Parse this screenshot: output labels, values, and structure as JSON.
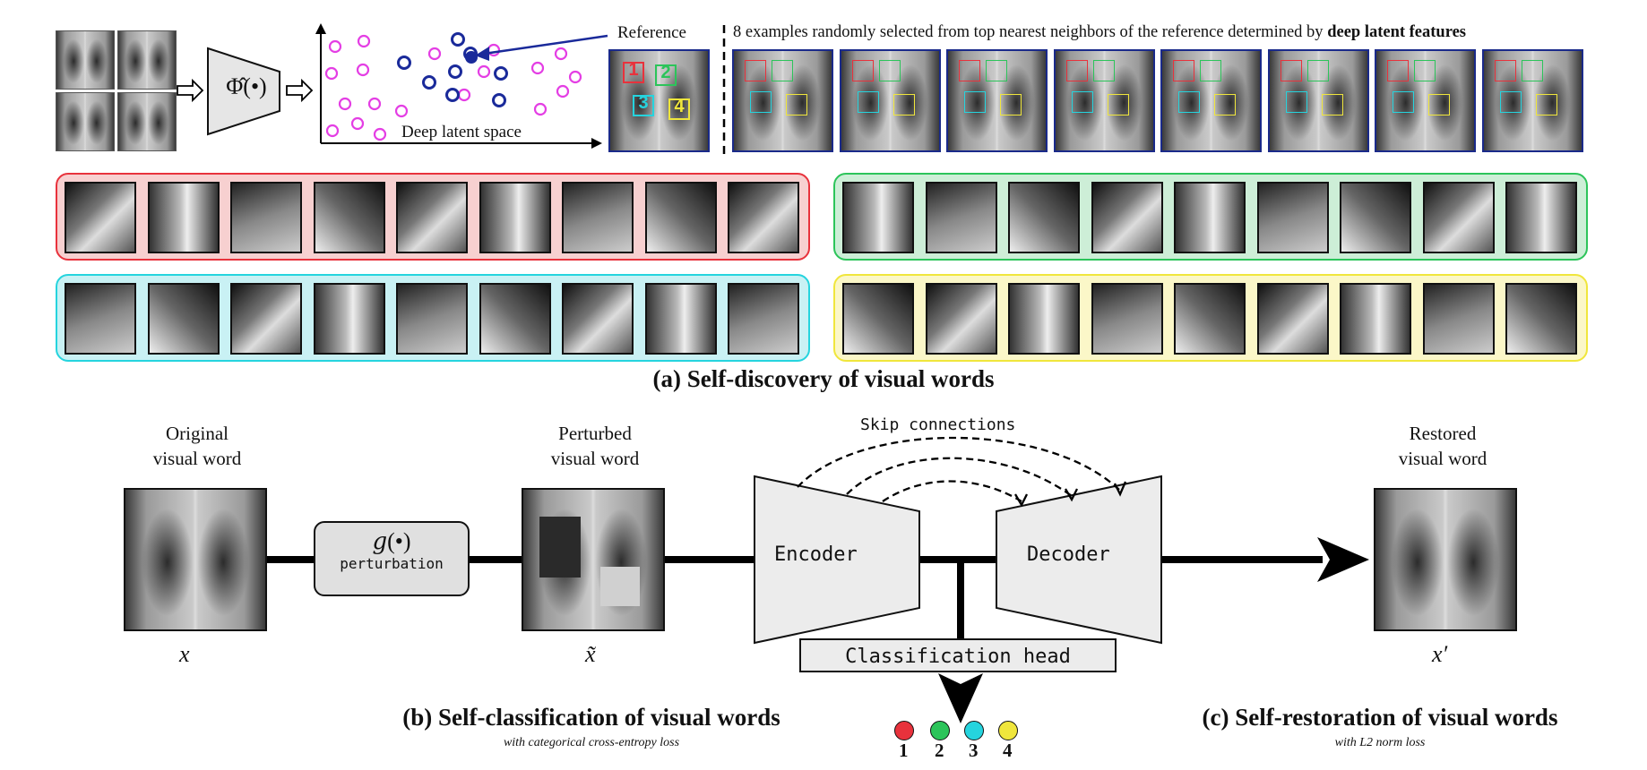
{
  "part_a": {
    "caption": "(a) Self-discovery of visual words",
    "phi_label": "Φ̂(•)",
    "latent_label": "Deep latent space",
    "reference_label": "Reference",
    "reference_numbers": [
      "1",
      "2",
      "3",
      "4"
    ],
    "neighbors_caption_prefix": "8 examples randomly selected from top nearest neighbors of the reference determined by ",
    "neighbors_caption_bold": "deep latent features",
    "colors": {
      "red": "#e8323c",
      "green": "#2cc45a",
      "cyan": "#25d4de",
      "yellow": "#f0e63c",
      "magenta": "#e43ee4",
      "navy": "#1a2a9a"
    }
  },
  "part_b": {
    "caption": "(b) Self-classification of visual words",
    "subcaption": "with categorical cross-entropy loss",
    "original_label_line1": "Original",
    "original_label_line2": "visual word",
    "original_symbol": "x",
    "perturbed_label_line1": "Perturbed",
    "perturbed_label_line2": "visual word",
    "perturbed_symbol": "x̃",
    "perturb_func": "𝑔(•)",
    "perturb_word": "perturbation",
    "encoder": "Encoder",
    "decoder": "Decoder",
    "skip": "Skip connections",
    "class_head": "Classification head",
    "class_numbers": [
      "1",
      "2",
      "3",
      "4"
    ]
  },
  "part_c": {
    "caption": "(c) Self-restoration of visual words",
    "subcaption": "with L2 norm loss",
    "restored_label_line1": "Restored",
    "restored_label_line2": "visual word",
    "restored_symbol": "x′"
  }
}
